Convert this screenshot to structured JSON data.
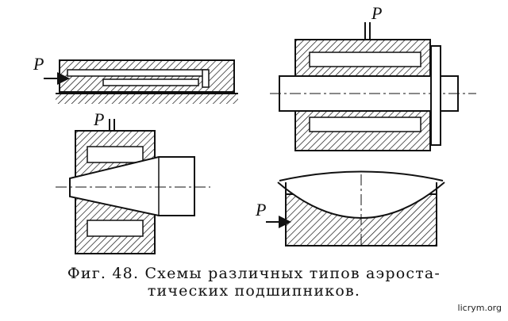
{
  "pressure_label": "P",
  "caption": {
    "line1": "Фиг. 48. Схемы различных типов аэроста-",
    "line2": "тических подшипников."
  },
  "watermark": "licrym.org",
  "colors": {
    "ink": "#111111",
    "background": "#ffffff"
  }
}
